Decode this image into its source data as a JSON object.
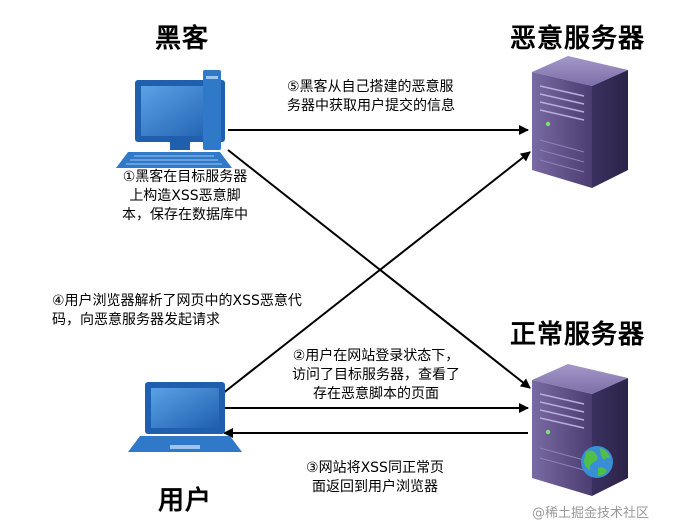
{
  "labels": {
    "hacker": "黑客",
    "evil_server": "恶意服务器",
    "normal_server": "正常服务器",
    "user": "用户"
  },
  "steps": {
    "step1": [
      "①黑客在目标服务器",
      "上构造XSS恶意脚",
      "本，保存在数据库中"
    ],
    "step2": [
      "②用户在网站登录状态下，",
      "访问了目标服务器，查看了",
      "存在恶意脚本的页面"
    ],
    "step3": [
      "③网站将XSS同正常页",
      "面返回到用户浏览器"
    ],
    "step4": [
      "④用户浏览器解析了网页中的XSS恶意代",
      "码，向恶意服务器发起请求"
    ],
    "step5": [
      "⑤黑客从自己搭建的恶意服",
      "务器中获取用户提交的信息"
    ]
  },
  "watermark": "@稀土掘金技术社区",
  "colors": {
    "screen_blue": "#2f79c8",
    "server_purple": "#5c4d85",
    "arrow": "#000000"
  },
  "icons": {
    "hacker": "desktop-computer-icon",
    "user": "laptop-icon",
    "evil_server": "server-tower-icon",
    "normal_server": "server-tower-globe-icon"
  }
}
